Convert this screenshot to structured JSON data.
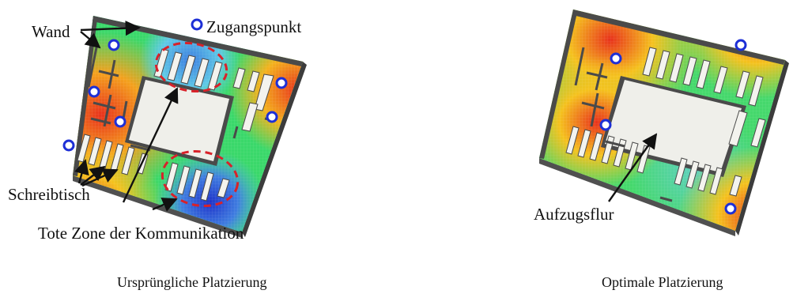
{
  "labels": {
    "wall": "Wand",
    "access_point": "Zugangspunkt",
    "desk": "Schreibtisch",
    "dead_zone": "Tote Zone der Kommunikation",
    "elevator_hall": "Aufzugsflur"
  },
  "captions": {
    "left": "Ursprüngliche Platzierung",
    "right": "Optimale Platzierung"
  },
  "colors": {
    "access_point_ring": "#1d2fd6",
    "dead_zone_outline": "#d8222a",
    "wall": "#4a4a4a",
    "floor_core": "#efefea"
  },
  "icons": [
    "access-point-icon",
    "arrow-icon"
  ]
}
